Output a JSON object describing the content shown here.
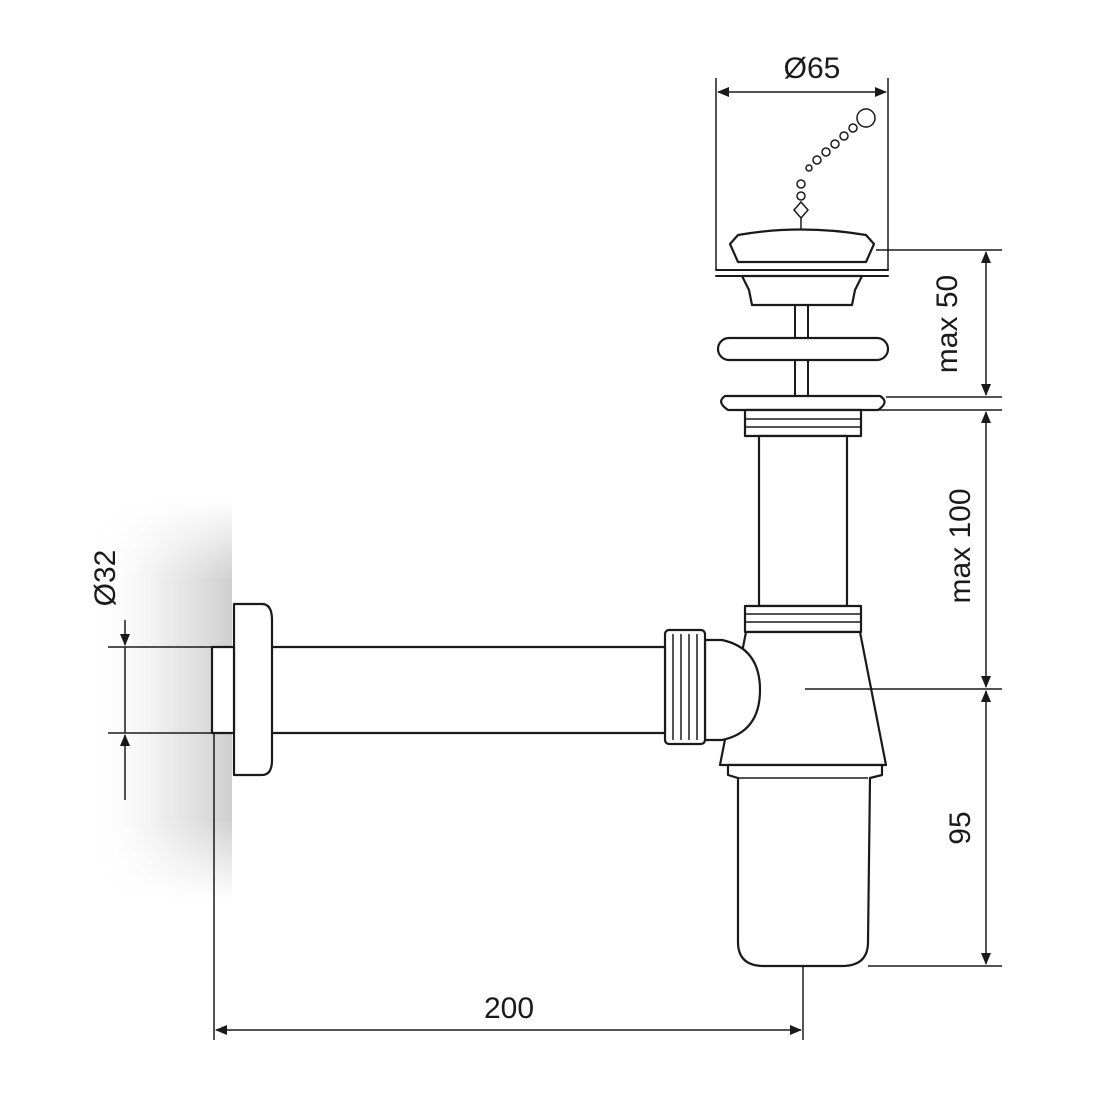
{
  "dimensions": {
    "drain_diameter": "Ø65",
    "pipe_diameter": "Ø32",
    "plug_height_max": "max 50",
    "tube_length_max": "max 100",
    "trap_depth": "95",
    "wall_to_drain": "200"
  },
  "colors": {
    "line": "#1a1a1a",
    "wall_shadow": "#d9d9d9",
    "background": "#ffffff"
  }
}
